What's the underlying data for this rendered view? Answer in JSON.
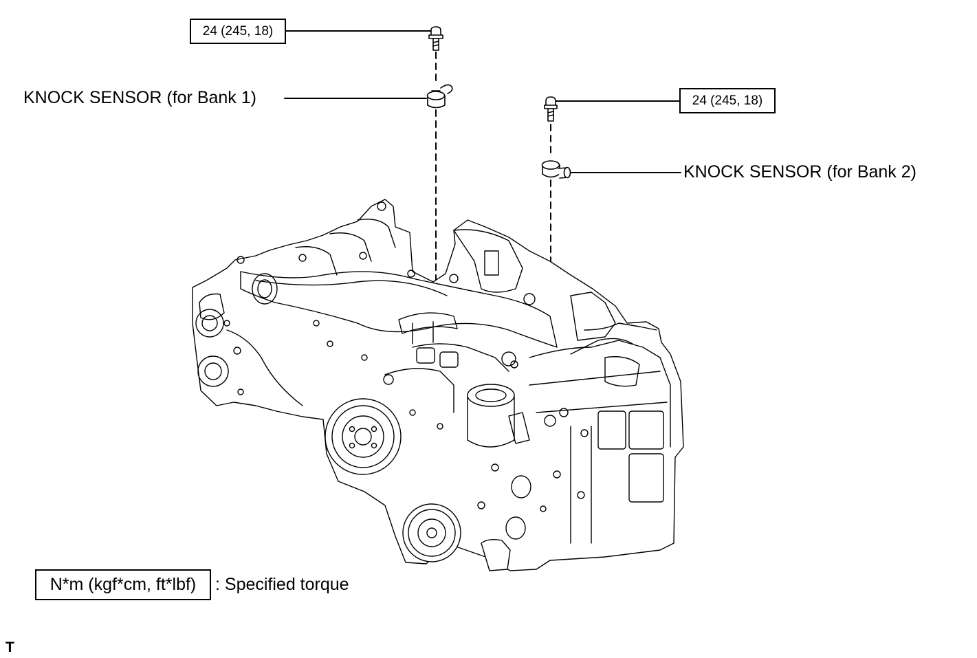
{
  "labels": {
    "torque_bank1": "24 (245, 18)",
    "torque_bank2": "24 (245, 18)",
    "sensor_bank1": "KNOCK SENSOR (for Bank 1)",
    "sensor_bank2": "KNOCK SENSOR (for Bank 2)"
  },
  "legend": {
    "unit_box": "N*m (kgf*cm, ft*lbf)",
    "description": ": Specified torque"
  },
  "corner_mark": "T",
  "colors": {
    "line": "#000000",
    "background": "#ffffff"
  },
  "icons": [
    "bolt-icon",
    "knock-sensor-icon",
    "engine-illustration"
  ]
}
